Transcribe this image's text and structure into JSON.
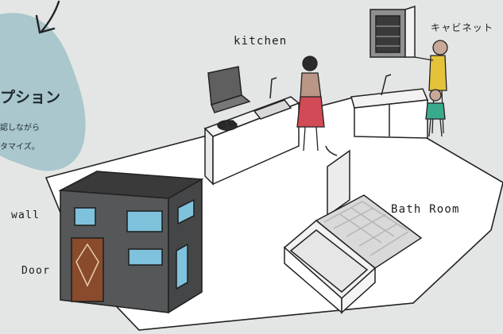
{
  "labels": {
    "kitchen": "kitchen",
    "cabinet": "キャビネット",
    "bath_room": "Bath Room",
    "wall": "wall",
    "door": "Door"
  },
  "blob": {
    "title": "プション",
    "line1": "認しながら",
    "line2": "タマイズ。"
  },
  "colors": {
    "background": "#e4e6e6",
    "blob": "#a9c7cc",
    "house": "#555758",
    "window": "#7fc2dc",
    "door": "#8a4a2c",
    "skirt": "#d24a55",
    "shirt": "#e4c23a",
    "child": "#3aaa8c"
  }
}
